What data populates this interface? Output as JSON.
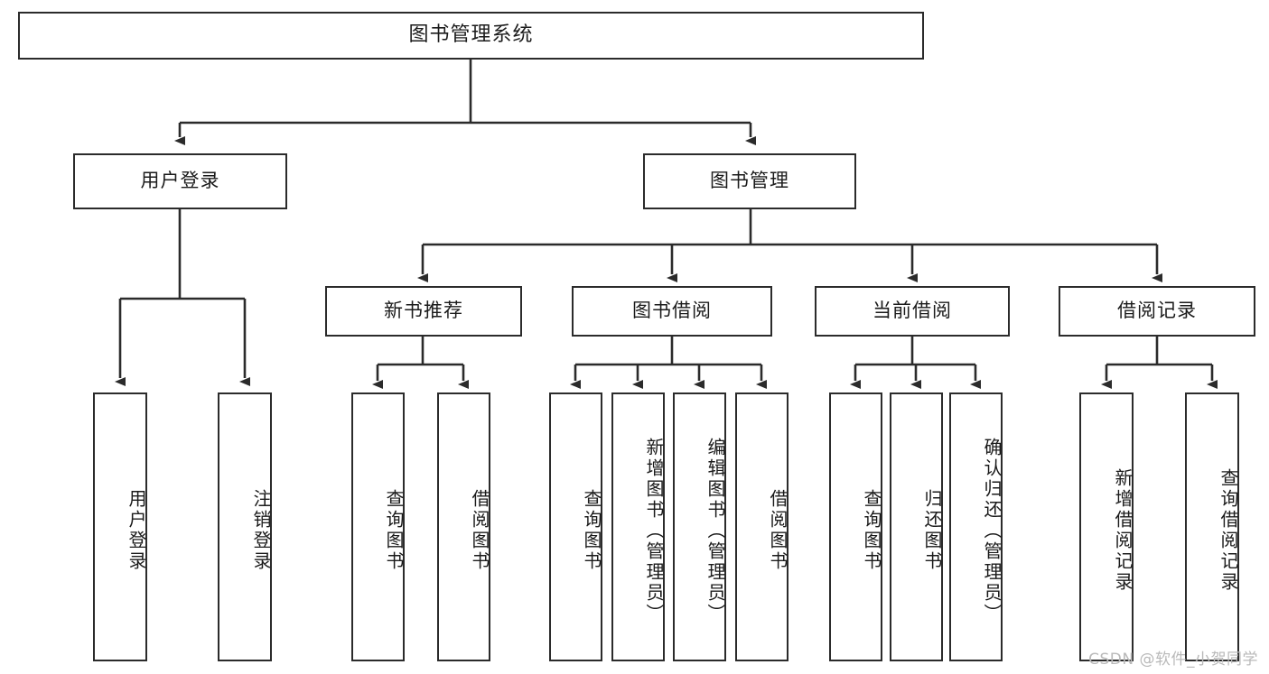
{
  "diagram": {
    "title": "图书管理系统",
    "type": "tree-hierarchy-chart",
    "colors": {
      "box_border": "#2b2b2b",
      "box_fill": "#ffffff",
      "edge": "#2b2b2b",
      "background": "#ffffff",
      "watermark": "#b9b9b9"
    },
    "root": {
      "label": "图书管理系统"
    },
    "level1": [
      {
        "label": "用户登录"
      },
      {
        "label": "图书管理"
      }
    ],
    "level2": [
      {
        "label": "新书推荐"
      },
      {
        "label": "图书借阅"
      },
      {
        "label": "当前借阅"
      },
      {
        "label": "借阅记录"
      }
    ],
    "leaves": {
      "user_login": [
        {
          "label": "用户登录"
        },
        {
          "label": "注销登录"
        }
      ],
      "new_book_recommend": [
        {
          "label": "查询图书"
        },
        {
          "label": "借阅图书"
        }
      ],
      "book_borrow": [
        {
          "label": "查询图书"
        },
        {
          "label": "新增图书（管理员）"
        },
        {
          "label": "编辑图书（管理员）"
        },
        {
          "label": "借阅图书"
        }
      ],
      "current_borrow": [
        {
          "label": "查询图书"
        },
        {
          "label": "归还图书"
        },
        {
          "label": "确认归还（管理员）"
        }
      ],
      "borrow_record": [
        {
          "label": "新增借阅记录"
        },
        {
          "label": "查询借阅记录"
        }
      ]
    }
  },
  "watermark": {
    "text": "CSDN @软件_小贺同学"
  }
}
